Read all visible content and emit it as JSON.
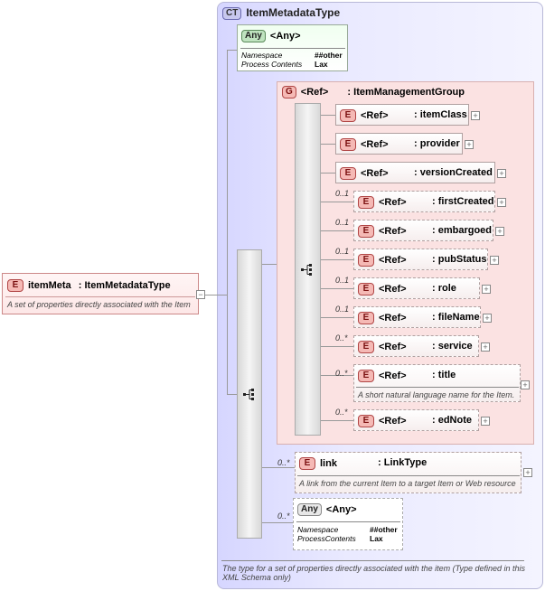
{
  "root": {
    "tag": "E",
    "name": "itemMeta",
    "type": ": ItemMetadataType",
    "description": "A set of properties directly associated with the Item",
    "collapse": "−"
  },
  "complex_type": {
    "tag": "CT",
    "name": "ItemMetadataType",
    "description": "The type for a set of properties directly associated with the item (Type defined in this XML Schema only)"
  },
  "any_top": {
    "tag": "Any",
    "label": "<Any>",
    "namespace_label": "Namespace",
    "namespace_value": "##other",
    "process_label": "Process Contents",
    "process_value": "Lax"
  },
  "group": {
    "tag": "G",
    "ref": "<Ref>",
    "name": ": ItemManagementGroup"
  },
  "elements": [
    {
      "tag": "E",
      "ref": "<Ref>",
      "name": ": itemClass",
      "card": ""
    },
    {
      "tag": "E",
      "ref": "<Ref>",
      "name": ": provider",
      "card": ""
    },
    {
      "tag": "E",
      "ref": "<Ref>",
      "name": ": versionCreated",
      "card": ""
    },
    {
      "tag": "E",
      "ref": "<Ref>",
      "name": ": firstCreated",
      "card": "0..1"
    },
    {
      "tag": "E",
      "ref": "<Ref>",
      "name": ": embargoed",
      "card": "0..1"
    },
    {
      "tag": "E",
      "ref": "<Ref>",
      "name": ": pubStatus",
      "card": "0..1"
    },
    {
      "tag": "E",
      "ref": "<Ref>",
      "name": ": role",
      "card": "0..1"
    },
    {
      "tag": "E",
      "ref": "<Ref>",
      "name": ": fileName",
      "card": "0..1"
    },
    {
      "tag": "E",
      "ref": "<Ref>",
      "name": ": service",
      "card": "0..*"
    },
    {
      "tag": "E",
      "ref": "<Ref>",
      "name": ": title",
      "card": "0..*",
      "description": "A short natural language name for the Item."
    },
    {
      "tag": "E",
      "ref": "<Ref>",
      "name": ": edNote",
      "card": "0..*"
    }
  ],
  "link": {
    "tag": "E",
    "name": "link",
    "type": ": LinkType",
    "card": "0..*",
    "description": "A link from the current Item to a target Item or Web resource"
  },
  "any_bottom": {
    "tag": "Any",
    "label": "<Any>",
    "card": "0..*",
    "namespace_label": "Namespace",
    "namespace_value": "##other",
    "process_label": "ProcessContents",
    "process_value": "Lax"
  },
  "plus_glyph": "+"
}
